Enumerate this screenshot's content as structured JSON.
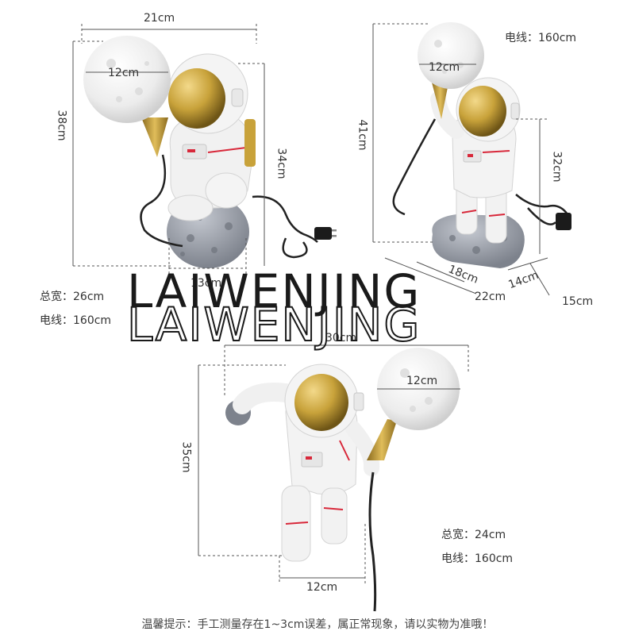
{
  "colors": {
    "gold": "#c8a23a",
    "suit": "#f2f2f2",
    "moon_base": "#9aa0ab",
    "stripe": "#d8283a",
    "dim_line": "#555555"
  },
  "icons": [
    "moon-lamp-icon",
    "astronaut-icon",
    "power-plug-icon"
  ],
  "product1": {
    "width_top": "21cm",
    "moon_diameter": "12cm",
    "height_total": "38cm",
    "height_body": "34cm",
    "base_width": "13cm",
    "total_width_label": "总宽：26cm",
    "cord_label": "电线：160cm"
  },
  "product2": {
    "cord_label": "电线：160cm",
    "moon_diameter": "12cm",
    "height_total": "41cm",
    "height_body": "32cm",
    "base_depth_a": "18cm",
    "base_depth_b": "14cm",
    "base_length": "22cm",
    "base_side": "15cm"
  },
  "product3": {
    "width_top": "30cm",
    "moon_diameter": "12cm",
    "height_total": "35cm",
    "base_width": "12cm",
    "total_width_label": "总宽：24cm",
    "cord_label": "电线：160cm"
  },
  "watermark": {
    "text": "LAIWENJING"
  },
  "footer": {
    "notice": "温馨提示：手工测量存在1~3cm误差，属正常现象，请以实物为准哦！"
  }
}
